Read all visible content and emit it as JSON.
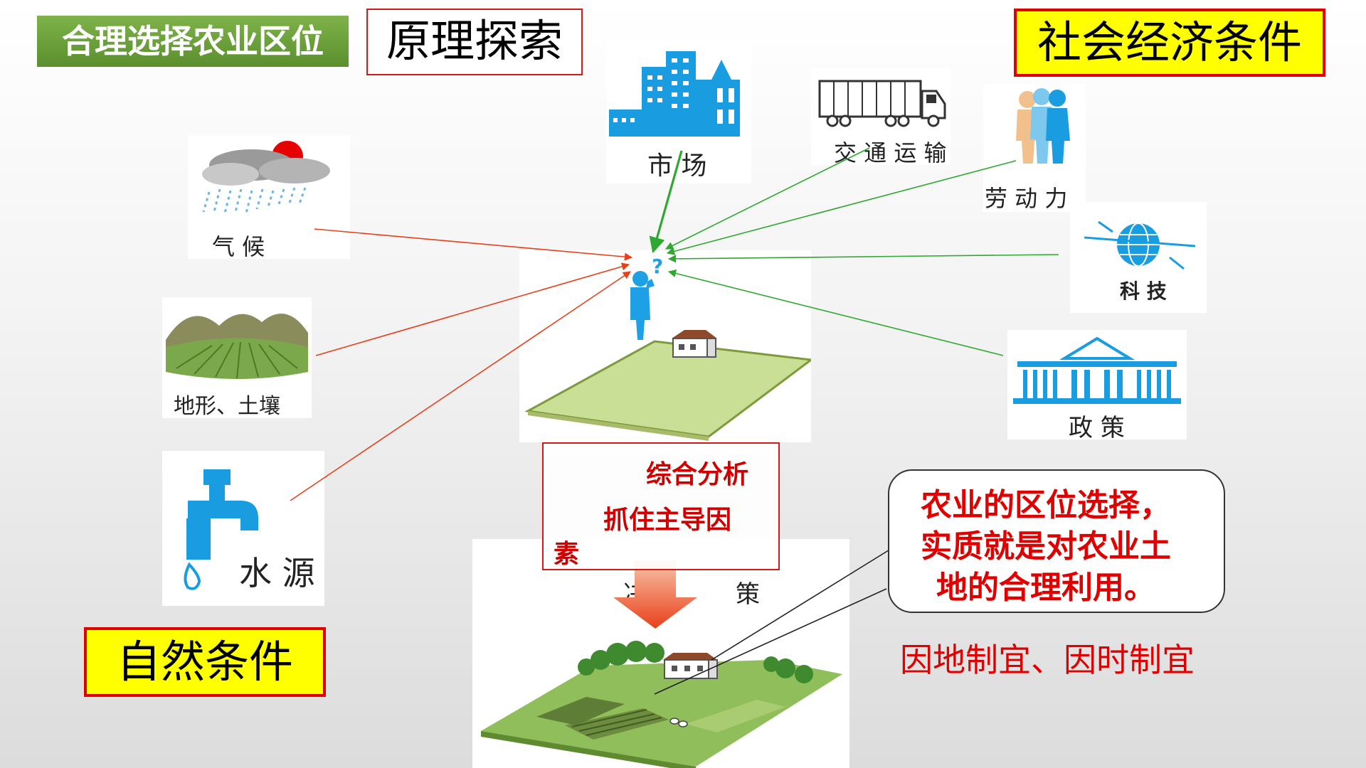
{
  "title": "合理选择农业区位",
  "subtitle": "原理探索",
  "social_header": "社会经济条件",
  "natural_header": "自然条件",
  "factors": {
    "climate": "气 候",
    "terrain": "地形、土壤",
    "water": "水 源",
    "market": "市  场",
    "transport": "交 通 运 输",
    "labor": "劳 动 力",
    "tech": "科 技",
    "policy": "政  策"
  },
  "analysis": {
    "line1": "综合分析",
    "line2": "抓住主导因",
    "line3": "素"
  },
  "decision": {
    "left": "决",
    "right": "策"
  },
  "bubble": {
    "line1": "农业的区位选择，",
    "line2": "实质就是对农业土",
    "line3": "地的合理利用。"
  },
  "motto": "因地制宜、因时制宜",
  "colors": {
    "natural_arrow": "#e8401a",
    "social_arrow": "#2ea82e",
    "accent_red": "#e00000",
    "title_green": "#6aa23a",
    "figure_blue": "#1ea0e6"
  }
}
